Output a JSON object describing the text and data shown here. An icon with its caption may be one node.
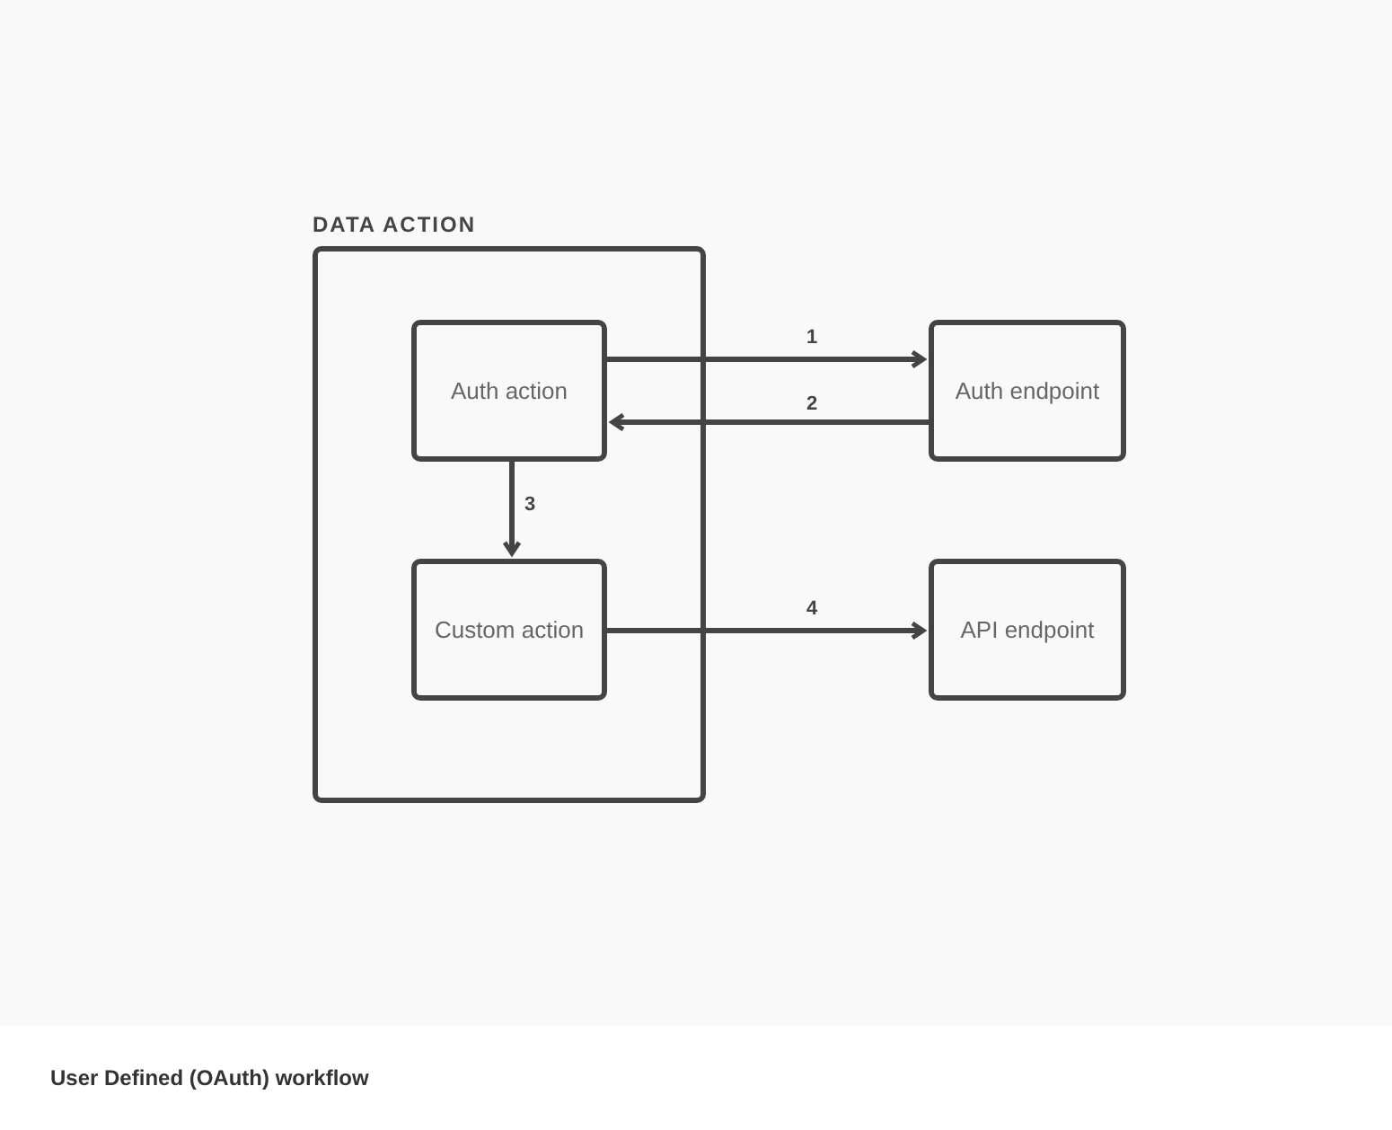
{
  "diagram": {
    "caption": "User Defined (OAuth) workflow",
    "nodes": [
      {
        "text": [
          "DATA ACTION"
        ]
      },
      {
        "text": [
          "Auth action"
        ],
        "in": 0
      },
      {
        "text": [
          "Custom action"
        ],
        "in": 0
      },
      {
        "text": [
          "Auth endpoint"
        ]
      },
      {
        "text": [
          "API endpoint"
        ]
      }
    ],
    "edges": [
      {
        "from": 1,
        "to": 3,
        "arrow": "to",
        "label": "1"
      },
      {
        "from": 3,
        "to": 1,
        "arrow": "to",
        "label": "2"
      },
      {
        "from": 1,
        "to": 2,
        "arrow": "to",
        "label": "3"
      },
      {
        "from": 2,
        "to": 4,
        "arrow": "to",
        "label": "4"
      }
    ]
  }
}
